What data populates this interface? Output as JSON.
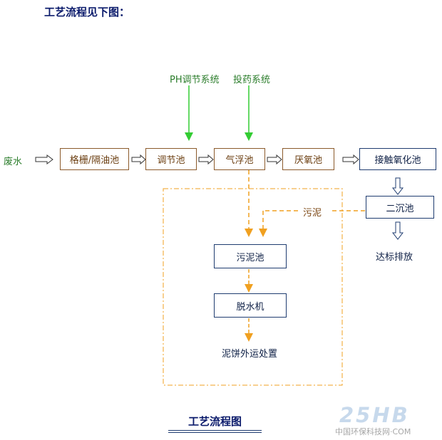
{
  "heading": "工艺流程见下图：",
  "inputs": {
    "ph_system": "PH调节系统",
    "dosing_system": "投药系统",
    "wastewater": "废水"
  },
  "process": {
    "grid_oil": "格栅/隔油池",
    "regulation": "调节池",
    "air_flotation": "气浮池",
    "anaerobic": "厌氧池",
    "contact_oxidation": "接触氧化池",
    "secondary_settling": "二沉池",
    "discharge": "达标排放"
  },
  "sludge": {
    "label": "污泥",
    "tank": "污泥池",
    "dewatering": "脱水机",
    "disposal": "泥饼外运处置"
  },
  "caption": "工艺流程图",
  "watermark": {
    "logo": "25HB",
    "site": "中国环保科技网·COM"
  },
  "colors": {
    "dosing_arrow": "#33cc33",
    "sludge_line": "#f0a020",
    "box_brown": "#8b5a2b",
    "box_navy": "#1f3c70"
  }
}
